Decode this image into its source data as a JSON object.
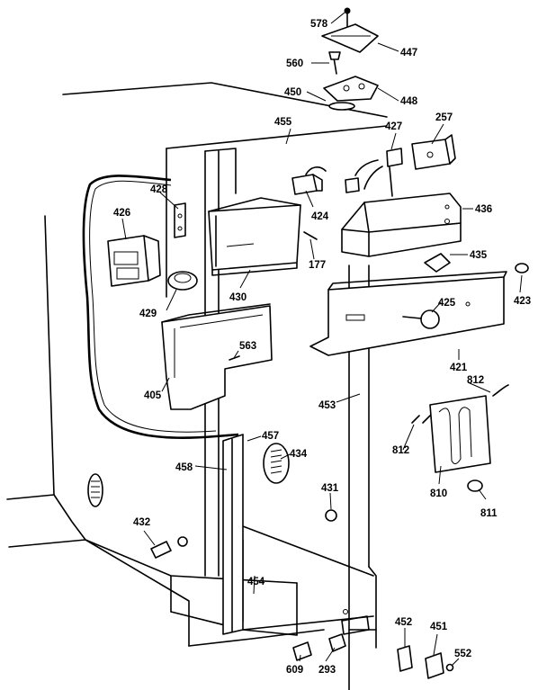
{
  "labels": {
    "l578": "578",
    "l447": "447",
    "l560": "560",
    "l448": "448",
    "l450": "450",
    "l455": "455",
    "l427": "427",
    "l257": "257",
    "l428": "428",
    "l426": "426",
    "l424": "424",
    "l436": "436",
    "l177": "177",
    "l430": "430",
    "l435": "435",
    "l429": "429",
    "l425": "425",
    "l423": "423",
    "l563": "563",
    "l405": "405",
    "l421": "421",
    "l812a": "812",
    "l453": "453",
    "l812b": "812",
    "l457": "457",
    "l434": "434",
    "l458": "458",
    "l431": "431",
    "l810": "810",
    "l811": "811",
    "l432": "432",
    "l454": "454",
    "l452": "452",
    "l451": "451",
    "l552": "552",
    "l609": "609",
    "l293": "293"
  }
}
